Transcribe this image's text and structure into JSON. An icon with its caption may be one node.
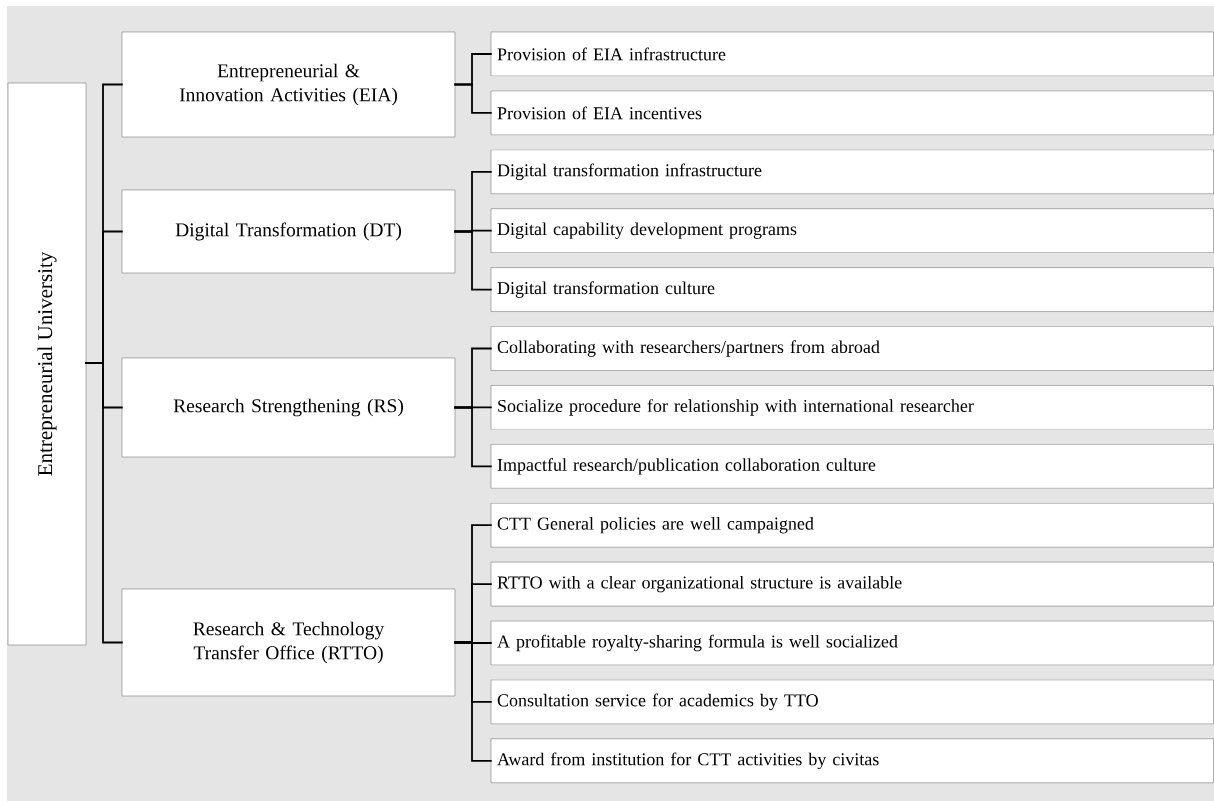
{
  "diagram": {
    "nodes": [
      {
        "text": [
          "Entrepreneurial University"
        ]
      },
      {
        "text": [
          "Entrepreneurial & Innovation Activities (EIA)"
        ]
      },
      {
        "text": [
          "Provision of EIA infrastructure"
        ]
      },
      {
        "text": [
          "Provision of EIA incentives"
        ]
      },
      {
        "text": [
          "Digital Transformation (DT)"
        ]
      },
      {
        "text": [
          "Digital transformation infrastructure"
        ]
      },
      {
        "text": [
          "Digital capability development programs"
        ]
      },
      {
        "text": [
          "Digital transformation culture"
        ]
      },
      {
        "text": [
          "Research Strengthening (RS)"
        ]
      },
      {
        "text": [
          "Collaborating with researchers/partners from abroad"
        ]
      },
      {
        "text": [
          "Socialize procedure for relationship with international researcher"
        ]
      },
      {
        "text": [
          "Impactful research/publication collaboration culture"
        ]
      },
      {
        "text": [
          "Research & Technology Transfer Office (RTTO)"
        ]
      },
      {
        "text": [
          "CTT General policies are well campaigned"
        ]
      },
      {
        "text": [
          "RTTO with a clear organizational structure is available"
        ]
      },
      {
        "text": [
          "A profitable royalty-sharing formula is well socialized"
        ]
      },
      {
        "text": [
          "Consultation service for academics by TTO"
        ]
      },
      {
        "text": [
          "Award from institution for CTT activities by civitas"
        ]
      }
    ],
    "edges": [
      {
        "from": 0,
        "to": 1,
        "arrow": "none"
      },
      {
        "from": 0,
        "to": 4,
        "arrow": "none"
      },
      {
        "from": 0,
        "to": 8,
        "arrow": "none"
      },
      {
        "from": 0,
        "to": 12,
        "arrow": "none"
      },
      {
        "from": 1,
        "to": 2,
        "arrow": "none"
      },
      {
        "from": 1,
        "to": 3,
        "arrow": "none"
      },
      {
        "from": 4,
        "to": 5,
        "arrow": "none"
      },
      {
        "from": 4,
        "to": 6,
        "arrow": "none"
      },
      {
        "from": 4,
        "to": 7,
        "arrow": "none"
      },
      {
        "from": 8,
        "to": 9,
        "arrow": "none"
      },
      {
        "from": 8,
        "to": 10,
        "arrow": "none"
      },
      {
        "from": 8,
        "to": 11,
        "arrow": "none"
      },
      {
        "from": 12,
        "to": 13,
        "arrow": "none"
      },
      {
        "from": 12,
        "to": 14,
        "arrow": "none"
      },
      {
        "from": 12,
        "to": 15,
        "arrow": "none"
      },
      {
        "from": 12,
        "to": 16,
        "arrow": "none"
      },
      {
        "from": 12,
        "to": 17,
        "arrow": "none"
      }
    ]
  }
}
